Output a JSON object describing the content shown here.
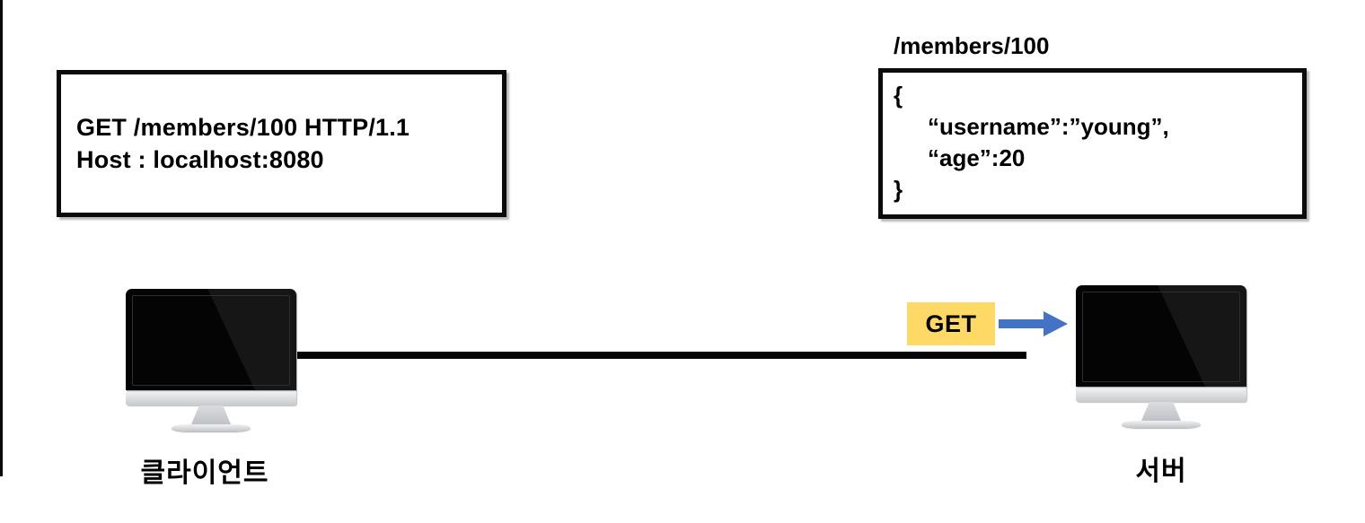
{
  "diagram": {
    "request_box": {
      "line1": "GET /members/100 HTTP/1.1",
      "line2": "Host : localhost:8080"
    },
    "response": {
      "path_label": "/members/100",
      "brace_open": "{",
      "field_username": "“username”:”young”,",
      "field_age": "“age”:20",
      "brace_close": "}"
    },
    "get_badge": {
      "label": "GET"
    },
    "client": {
      "label": "클라이언트"
    },
    "server": {
      "label": "서버"
    }
  },
  "colors": {
    "badge_bg": "#FFD966",
    "arrow_blue": "#4472C4",
    "line_black": "#050505"
  }
}
